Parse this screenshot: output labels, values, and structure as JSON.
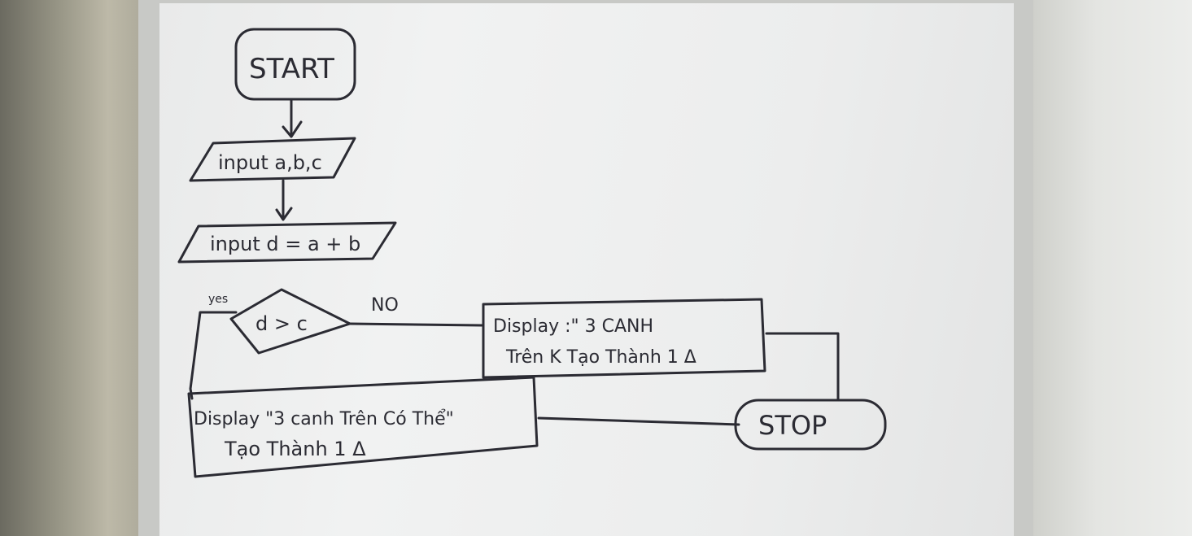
{
  "flowchart": {
    "start": "START",
    "input1": "input a,b,c",
    "input2": "input d = a + b",
    "decision": "d > c",
    "yes_label": "yes",
    "no_label": "NO",
    "no_branch_line1": "Display :\" 3 CANH",
    "no_branch_line2": "Trên K Tạo Thành 1 Δ",
    "yes_branch_line1": "Display \"3 canh Trên Có Thể\"",
    "yes_branch_line2": "Tạo Thành 1 Δ",
    "stop": "STOP"
  },
  "colors": {
    "ink": "#2b2b33",
    "board": "#eeefef",
    "frame": "#c8c9c6"
  }
}
